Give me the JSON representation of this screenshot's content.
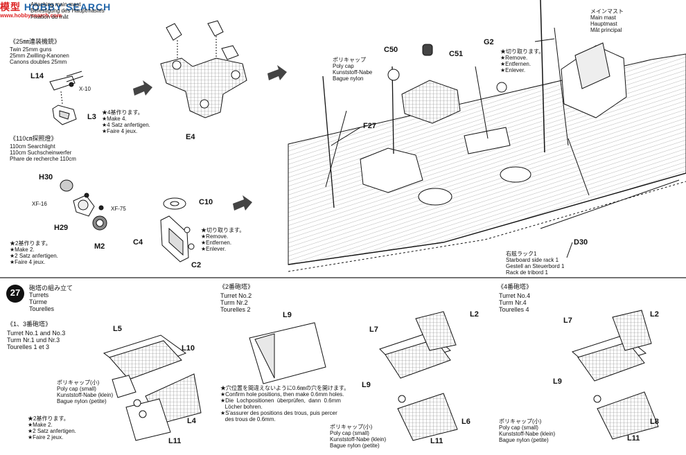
{
  "watermark": {
    "brand": "模型",
    "text": "HOBBY SEARCH",
    "url": "www.hobbysearch.com"
  },
  "step26": {
    "mainmast": [
      "Attaching main mast",
      "Befestigung des Hauptmastes",
      "Fixation du mât"
    ],
    "guns_title": "《25㎜連装機銃》",
    "guns": [
      "Twin 25mm guns",
      "25mm Zwilling-Kanonen",
      "Canons doubles 25mm"
    ],
    "make4": [
      "★4基作ります。",
      "★Make 4.",
      "★4 Satz anfertigen.",
      "★Faire 4 jeux."
    ],
    "searchlight_title": "《110㎝探照燈》",
    "searchlight": [
      "110cm Searchlight",
      "110cm Suchscheinwerfer",
      "Phare de recherche 110cm"
    ],
    "make2": [
      "★2基作ります。",
      "★Make 2.",
      "★2 Satz anfertigen.",
      "★Faire 4 jeux."
    ],
    "remove_a": [
      "★切り取ります。",
      "★Remove.",
      "★Entfernen.",
      "★Enlever."
    ],
    "polycap": [
      "ポリキャップ",
      "Poly cap",
      "Kunststoff-Nabe",
      "Bague nylon"
    ],
    "remove_b": [
      "★切り取ります。",
      "★Remove.",
      "★Entfernen.",
      "★Enlever."
    ],
    "mainmast_right": [
      "メインマスト",
      "Main mast",
      "Hauptmast",
      "Mât principal"
    ],
    "rack": [
      "右舷ラック1",
      "Starboard side rack 1",
      "Gestell an Steuerbord 1",
      "Rack de tribord 1"
    ],
    "parts": {
      "L14": "L14",
      "X10": "X-10",
      "L3": "L3",
      "E4": "E4",
      "H30": "H30",
      "XF16": "XF-16",
      "H29": "H29",
      "XF75": "XF-75",
      "M2": "M2",
      "C10": "C10",
      "C4": "C4",
      "C2": "C2",
      "C50": "C50",
      "C51": "C51",
      "G2": "G2",
      "F27": "F27",
      "D30": "D30"
    }
  },
  "step27": {
    "number": "27",
    "title": [
      "砲塔の組み立て",
      "Turrets",
      "Türme",
      "Tourelles"
    ],
    "t13_title": "《1、3番砲塔》",
    "t13": [
      "Turret No.1 and No.3",
      "Turm Nr.1 und Nr.3",
      "Tourelles 1 et 3"
    ],
    "polycap_small_1": [
      "ポリキャップ(小)",
      "Poly cap (small)",
      "Kunststoff-Nabe (klein)",
      "Bague nylon (petite)"
    ],
    "make2": [
      "★2基作ります。",
      "★Make 2.",
      "★2 Satz anfertigen.",
      "★Faire 2 jeux."
    ],
    "t2_title": "《2番砲塔》",
    "t2": [
      "Turret No.2",
      "Turm Nr.2",
      "Tourelles 2"
    ],
    "holes": [
      "★穴位置を間違えないように0.6㎜の穴を開けます。",
      "★Confirm hole positions, then make 0.6mm holes.",
      "★Die  Lochpositionen  überprüfen,  dann  0.6mm",
      "   Löcher bohren.",
      "★S'assurer des positions des trous, puis percer",
      "   des trous de 0.6mm."
    ],
    "polycap_small_2": [
      "ポリキャップ(小)",
      "Poly cap (small)",
      "Kunststoff-Nabe (klein)",
      "Bague nylon (petite)"
    ],
    "t4_title": "《4番砲塔》",
    "t4": [
      "Turret No.4",
      "Turm Nr.4",
      "Tourelles 4"
    ],
    "polycap_small_3": [
      "ポリキャップ(小)",
      "Poly cap (small)",
      "Kunststoff-Nabe (klein)",
      "Bague nylon (petite)"
    ],
    "parts": {
      "L5": "L5",
      "L10": "L10",
      "L4": "L4",
      "L11a": "L11",
      "L9a": "L9",
      "L7a": "L7",
      "L2a": "L2",
      "L9b": "L9",
      "L6": "L6",
      "L11b": "L11",
      "L7b": "L7",
      "L2b": "L2",
      "L9c": "L9",
      "L8": "L8",
      "L11c": "L11"
    }
  }
}
